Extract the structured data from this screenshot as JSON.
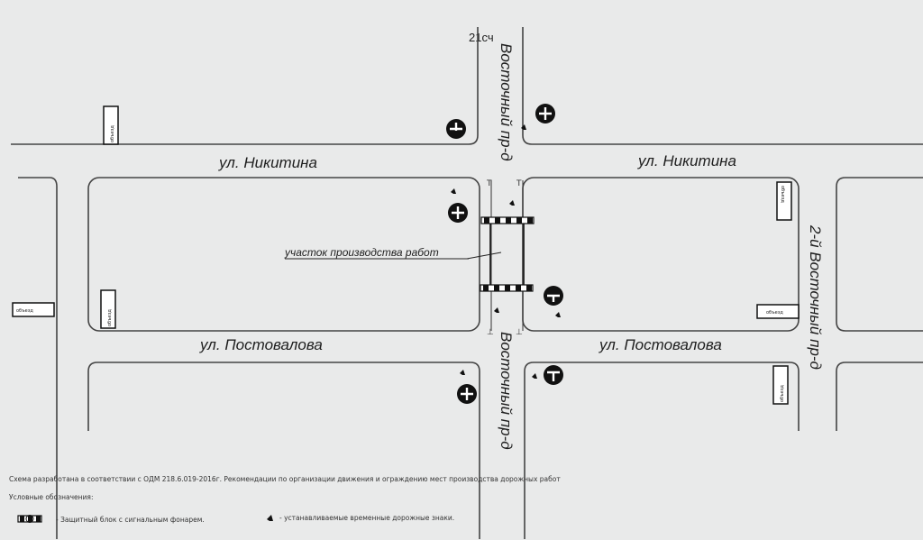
{
  "header": {
    "corner_code": "21сч"
  },
  "streets": {
    "nikitina_left": "ул. Никитина",
    "nikitina_right": "ул. Никитина",
    "postovalova_left": "ул. Постовалова",
    "postovalova_right": "ул. Постовалова",
    "vostochny_top": "Восточный пр-д",
    "vostochny_bottom": "Восточный пр-д",
    "vostochny_2": "2-й Восточный пр-д"
  },
  "work_zone": {
    "label": "участок производства работ"
  },
  "footer": {
    "note": "Схема разработана в соответствии с ОДМ 218.6.019-2016г. Рекомендации по организации движения и ограждению мест производства дорожных работ",
    "legend_title": "Условные обозначения:",
    "legend_block": "- Защитный блок с сигнальным фонарем.",
    "legend_signs": "- устанавливаемые временные дорожные знаки."
  },
  "detour_signs": {
    "label": "объезд"
  },
  "colors": {
    "background": "#e9eaea",
    "ink": "#1e1e1e",
    "line": "#444444"
  }
}
